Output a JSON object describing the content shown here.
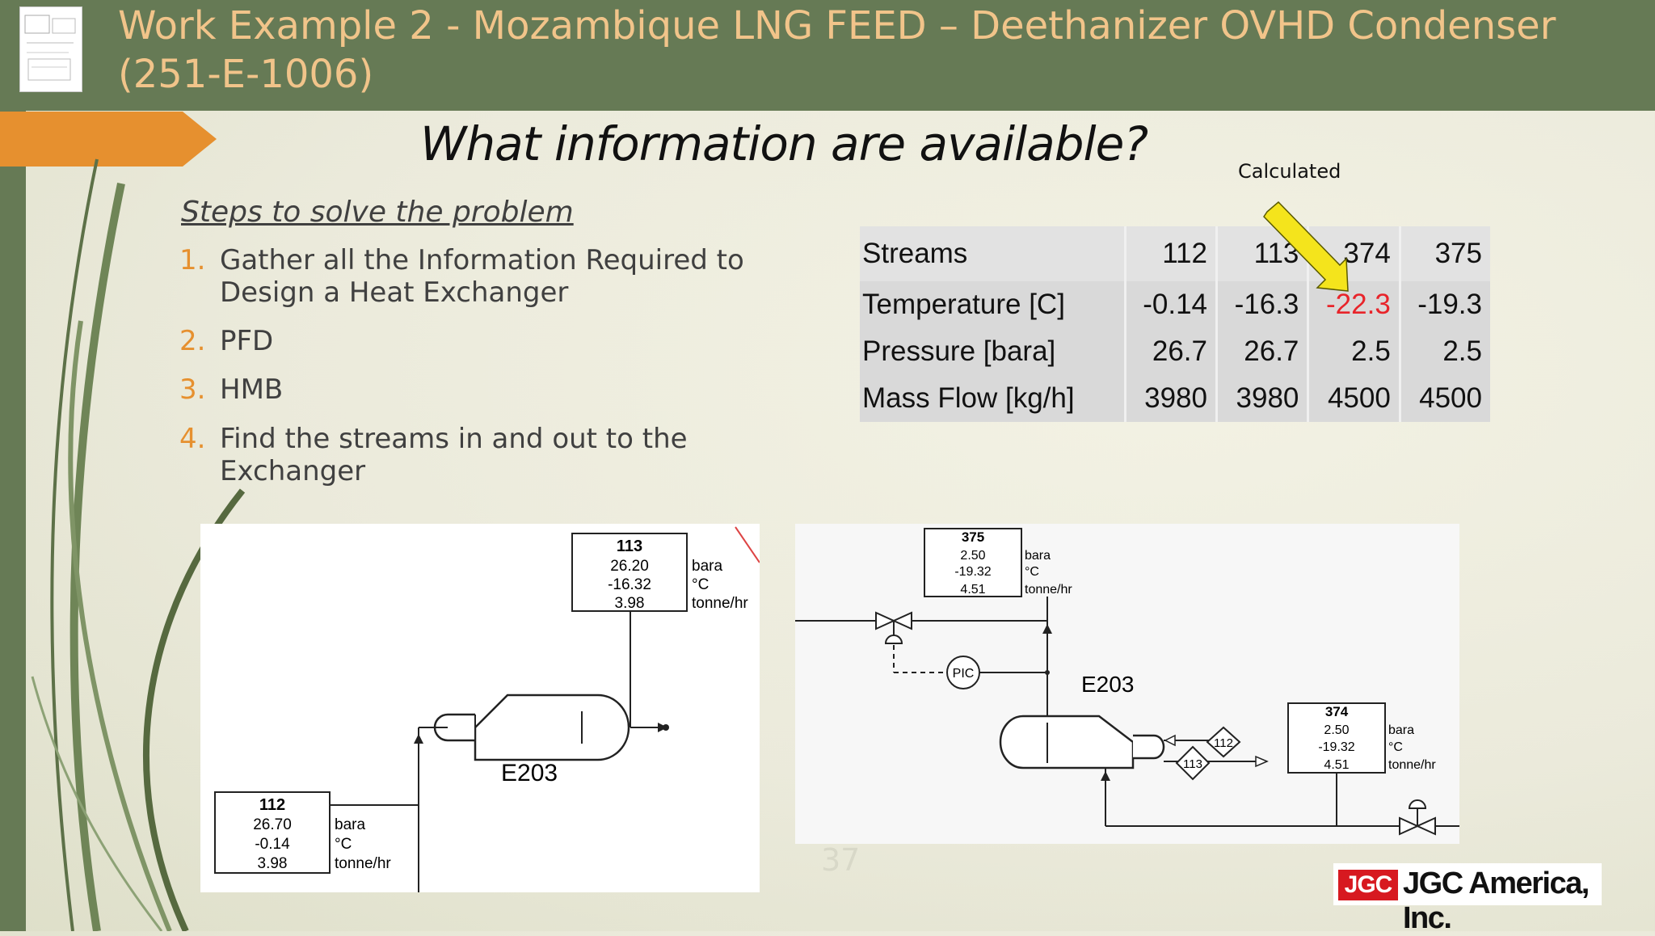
{
  "title": "Work Example 2 - Mozambique LNG FEED – Deethanizer OVHD Condenser (251-E-1006)",
  "question": "What information are available?",
  "steps_heading": "Steps to solve the problem",
  "steps": [
    {
      "num": "1.",
      "text": "Gather all the Information Required to Design a Heat Exchanger"
    },
    {
      "num": "2.",
      "text": "PFD"
    },
    {
      "num": "3.",
      "text": "HMB"
    },
    {
      "num": "4.",
      "text": "Find the streams in and out to the Exchanger"
    }
  ],
  "calculated_label": "Calculated",
  "table": {
    "header": [
      "Streams",
      "112",
      "113",
      "374",
      "375"
    ],
    "rows": [
      {
        "label": "Temperature [C]",
        "values": [
          "-0.14",
          "-16.3",
          "-22.3",
          "-19.3"
        ]
      },
      {
        "label": "Pressure [bara]",
        "values": [
          "26.7",
          "26.7",
          "2.5",
          "2.5"
        ]
      },
      {
        "label": "Mass Flow [kg/h]",
        "values": [
          "3980",
          "3980",
          "4500",
          "4500"
        ]
      }
    ]
  },
  "pfd_left": {
    "equipment": "E203",
    "stream_113": {
      "id": "113",
      "values": [
        "26.20",
        "-16.32",
        "3.98"
      ],
      "units": [
        "bara",
        "°C",
        "tonne/hr"
      ]
    },
    "stream_112": {
      "id": "112",
      "values": [
        "26.70",
        "-0.14",
        "3.98"
      ],
      "units": [
        "bara",
        "°C",
        "tonne/hr"
      ]
    }
  },
  "pfd_right": {
    "equipment": "E203",
    "controller": "PIC",
    "stream_375": {
      "id": "375",
      "values": [
        "2.50",
        "-19.32",
        "4.51"
      ],
      "units": [
        "bara",
        "°C",
        "tonne/hr"
      ]
    },
    "stream_374": {
      "id": "374",
      "values": [
        "2.50",
        "-19.32",
        "4.51"
      ],
      "units": [
        "bara",
        "°C",
        "tonne/hr"
      ]
    },
    "tag_112": "112",
    "tag_113": "113"
  },
  "page_number": "37",
  "logo": {
    "mark": "JGC",
    "name": "JGC America, Inc."
  },
  "colors": {
    "title_bar": "#667a55",
    "title_text": "#f1c48a",
    "accent_orange": "#e6902f",
    "calculated_red": "#e8242a",
    "arrow_yellow": "#f4e41c"
  }
}
